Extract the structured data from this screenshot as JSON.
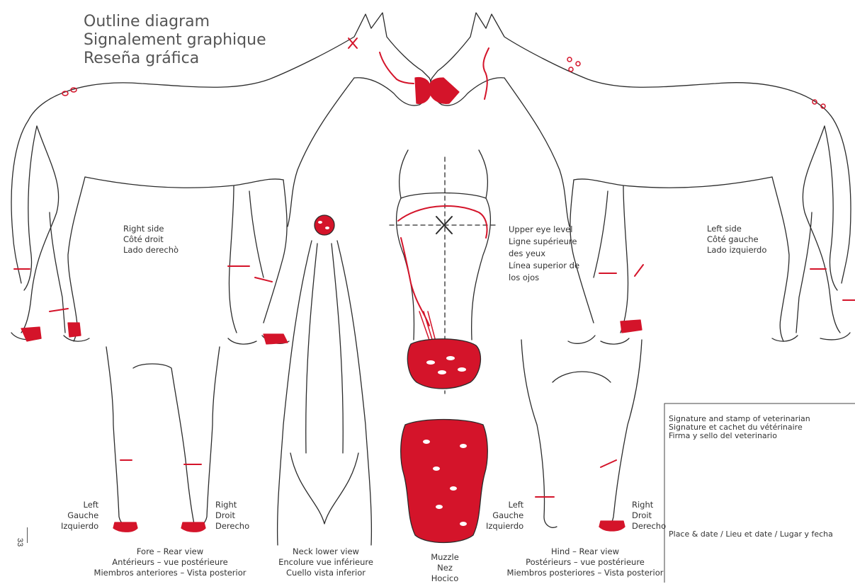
{
  "title": [
    "Outline diagram",
    "Signalement graphique",
    "Reseña gráfica"
  ],
  "views": {
    "right_side": [
      "Right side",
      "Côté droit",
      "Lado derechò"
    ],
    "left_side": [
      "Left side",
      "Côté gauche",
      "Lado izquierdo"
    ],
    "eye_level": [
      "Upper eye level",
      "Ligne supérieure",
      "des yeux",
      "Línea superior de",
      "los ojos"
    ],
    "fore_left": [
      "Left",
      "Gauche",
      "Izquierdo"
    ],
    "fore_right": [
      "Right",
      "Droit",
      "Derecho"
    ],
    "hind_left": [
      "Left",
      "Gauche",
      "Izquierdo"
    ],
    "hind_right": [
      "Right",
      "Droit",
      "Derecho"
    ],
    "fore_caption": [
      "Fore – Rear view",
      "Antérieurs – vue postérieure",
      "Miembros anteriores – Vista posterior"
    ],
    "neck_caption": [
      "Neck lower view",
      "Encolure vue inférieure",
      "Cuello vista inferior"
    ],
    "muzzle_caption": [
      "Muzzle",
      "Nez",
      "Hocico"
    ],
    "hind_caption": [
      "Hind – Rear view",
      "Postérieurs – vue postérieure",
      "Miembros posteriores – Vista posterior"
    ]
  },
  "signature_box": {
    "lines": [
      "Signature and stamp of veterinarian",
      "Signature et cachet du vétérinaire",
      "Firma y sello del veterinario"
    ],
    "place_date": "Place & date / Lieu et date / Lugar y fecha"
  },
  "page_number": "33",
  "colors": {
    "marking": "#d4142a",
    "outline": "#2b2b2b"
  }
}
